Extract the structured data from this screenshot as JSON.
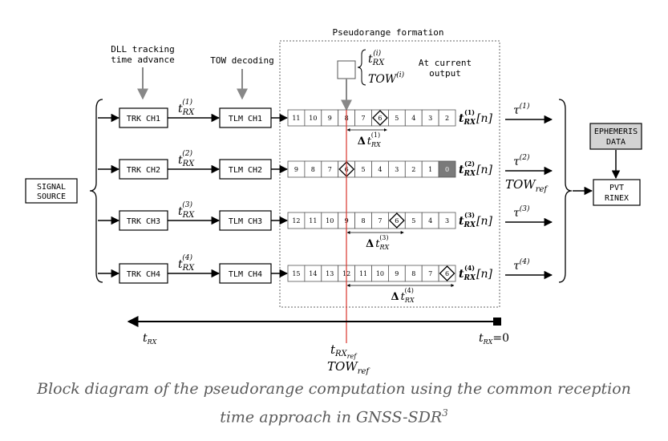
{
  "labels": {
    "pseudorange_formation": "Pseudorange formation",
    "dll_line1": "DLL tracking",
    "dll_line2": "time advance",
    "tow_decoding": "TOW decoding",
    "at_current_line1": "At current",
    "at_current_line2": "output",
    "signal_line1": "SIGNAL",
    "signal_line2": "SOURCE",
    "ephemeris_line1": "EPHEMERIS",
    "ephemeris_line2": "DATA",
    "pvt_line1": "PVT",
    "pvt_line2": "RINEX",
    "t_rx_left": "t",
    "t_rx_left_sub": "RX",
    "t_rx_right": "t",
    "t_rx_right_sub": "RX",
    "t_rx_right_eq": "=0",
    "t_rx_ref": "t",
    "t_rx_ref_sub": "RX",
    "t_rx_ref_subsub": "ref",
    "tow_ref_main": "TOW",
    "tow_ref_sub": "ref",
    "legend_t": "t",
    "legend_t_sub": "RX",
    "legend_t_sup": "(i)",
    "legend_tow": "TOW",
    "legend_tow_sup": "(i)",
    "tow_ref_mid": "TOW",
    "tow_ref_mid_sub": "ref"
  },
  "channels": [
    {
      "trk": "TRK CH1",
      "tlm": "TLM CH1",
      "t_sup": "(1)",
      "cells": [
        "11",
        "10",
        "9",
        "8",
        "7",
        "6",
        "5",
        "4",
        "3",
        "2"
      ],
      "diamond_index": 5,
      "shaded_index": -1,
      "output_sup": "(1)",
      "output_tail": "[n]",
      "delta_sup": "(1)",
      "tau_sup": "(1)"
    },
    {
      "trk": "TRK CH2",
      "tlm": "TLM CH2",
      "t_sup": "(2)",
      "cells": [
        "9",
        "8",
        "7",
        "6",
        "5",
        "4",
        "3",
        "2",
        "1",
        "0"
      ],
      "diamond_index": 3,
      "shaded_index": 9,
      "output_sup": "(2)",
      "output_tail": "[n]",
      "delta_sup": "",
      "tau_sup": "(2)"
    },
    {
      "trk": "TRK CH3",
      "tlm": "TLM CH3",
      "t_sup": "(3)",
      "cells": [
        "12",
        "11",
        "10",
        "9",
        "8",
        "7",
        "6",
        "5",
        "4",
        "3"
      ],
      "diamond_index": 6,
      "shaded_index": -1,
      "output_sup": "(3)",
      "output_tail": "[n]",
      "delta_sup": "(3)",
      "tau_sup": "(3)"
    },
    {
      "trk": "TRK CH4",
      "tlm": "TLM CH4",
      "t_sup": "(4)",
      "cells": [
        "15",
        "14",
        "13",
        "12",
        "11",
        "10",
        "9",
        "8",
        "7",
        "6"
      ],
      "diamond_index": 9,
      "shaded_index": -1,
      "output_sup": "(4)",
      "output_tail": "[n]",
      "delta_sup": "(4)",
      "tau_sup": "(4)"
    }
  ],
  "symbols": {
    "t": "t",
    "rx": "RX",
    "delta": "Δ",
    "tau": "τ"
  },
  "caption_line1": "Block diagram of the pseudorange computation using the common reception",
  "caption_line2": "time approach in GNSS-SDR",
  "caption_sup": "3",
  "colors": {
    "ref_line": "#d9342b",
    "shaded_cell": "#7a7a7a",
    "ephemeris_fill": "#d3d3d3",
    "arrow_gray": "#888888"
  }
}
